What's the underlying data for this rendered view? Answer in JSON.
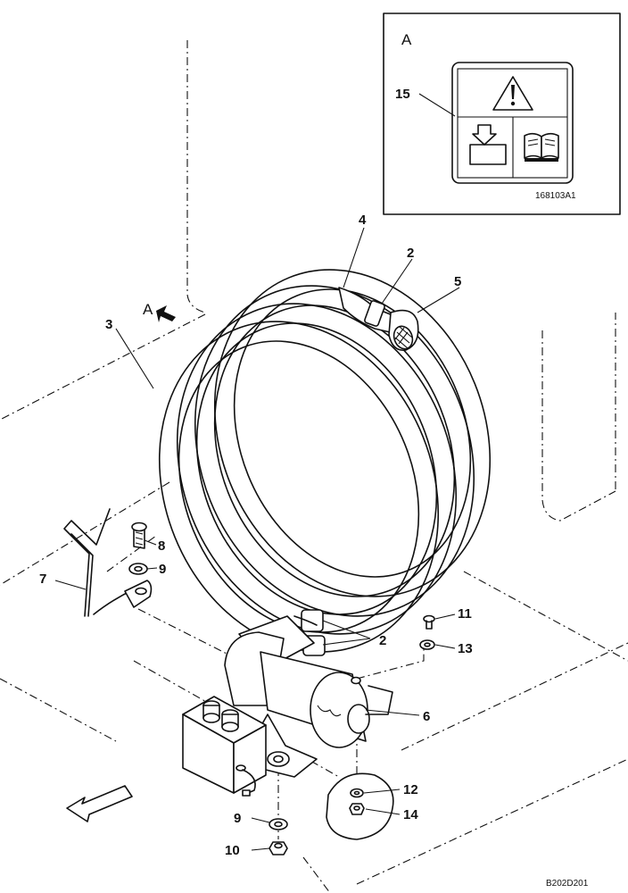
{
  "inset": {
    "view_letter": "A",
    "callout": "15",
    "decal_code": "168103A1"
  },
  "view_arrow_label": "A",
  "callouts": {
    "c2_top": "2",
    "c2_mid": "2",
    "c3": "3",
    "c4": "4",
    "c5": "5",
    "c6": "6",
    "c7": "7",
    "c8": "8",
    "c9_a": "9",
    "c9_b": "9",
    "c10": "10",
    "c11": "11",
    "c12": "12",
    "c13": "13",
    "c14": "14"
  },
  "drawing_code": "B202D201",
  "icons": [
    "warning-triangle-icon",
    "refuel-arrow-icon",
    "manual-book-icon",
    "front-direction-arrow-icon"
  ]
}
